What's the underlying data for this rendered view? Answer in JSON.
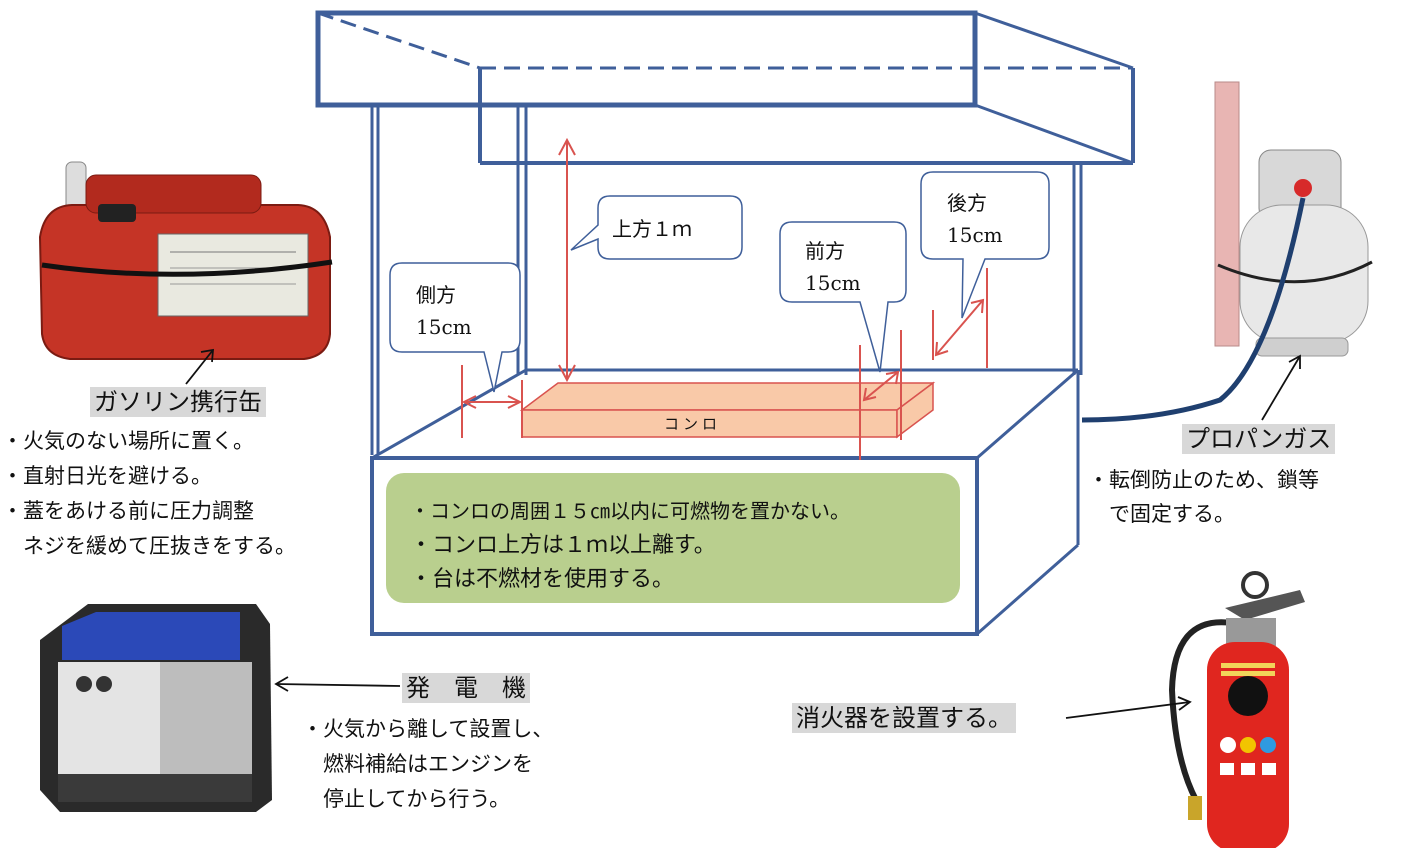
{
  "tent_labels": {
    "upper": "上方１ｍ",
    "side_title": "側方",
    "side_dist": "15cm",
    "front_title": "前方",
    "front_dist": "15cm",
    "rear_title": "後方",
    "rear_dist": "15cm",
    "stove": "コンロ"
  },
  "stove_rules": [
    "・コンロの周囲１５㎝以内に可燃物を置かない。",
    "・コンロ上方は１ｍ以上離す。",
    "・台は不燃材を使用する。"
  ],
  "gasoline": {
    "title": "ガソリン携行缶",
    "notes": [
      "・火気のない場所に置く。",
      "・直射日光を避ける。",
      "・蓋をあける前に圧力調整",
      "　ネジを緩めて圧抜きをする。"
    ]
  },
  "propane": {
    "title": "プロパンガス",
    "notes": [
      "・転倒防止のため、鎖等",
      "　で固定する。"
    ]
  },
  "generator": {
    "title": "発　電　機",
    "notes": [
      "・火気から離して設置し、",
      "　燃料補給はエンジンを",
      "　停止してから行う。"
    ]
  },
  "extinguisher": {
    "title": "消火器を設置する。"
  },
  "colors": {
    "frame": "#3f5f9a",
    "dimension": "#d9534f",
    "stove": "#f9c9a8",
    "rule_box": "#b9cf8e",
    "label_bg": "#d8d8d8"
  }
}
